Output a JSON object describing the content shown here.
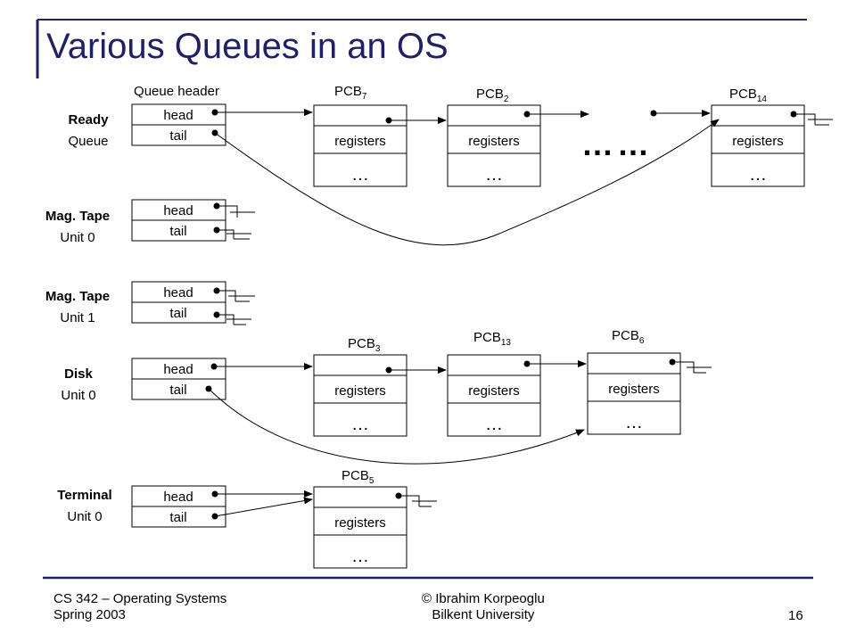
{
  "slide": {
    "title": "Various Queues in an OS",
    "page_number": "16",
    "accent_color": "#1f1f6b"
  },
  "footer": {
    "course": "CS 342 – Operating Systems",
    "term": "Spring 2003",
    "copyright": "© Ibrahim Korpeoglu",
    "university": "Bilkent University"
  },
  "diagram": {
    "queue_header_label": "Queue header",
    "head_label": "head",
    "tail_label": "tail",
    "registers_label": "registers",
    "ellipsis_label": "…",
    "gap_dots": "……",
    "pcb_prefix": "PCB",
    "queues": [
      {
        "name": "Ready",
        "sub": "Queue"
      },
      {
        "name": "Mag. Tape",
        "sub": "Unit 0"
      },
      {
        "name": "Mag. Tape",
        "sub": "Unit 1"
      },
      {
        "name": "Disk",
        "sub": "Unit 0"
      },
      {
        "name": "Terminal",
        "sub": "Unit 0"
      }
    ],
    "pcbs": {
      "ready_1": "7",
      "ready_2": "2",
      "ready_3": "14",
      "disk_1": "3",
      "disk_2": "13",
      "disk_3": "6",
      "terminal_1": "5"
    }
  }
}
